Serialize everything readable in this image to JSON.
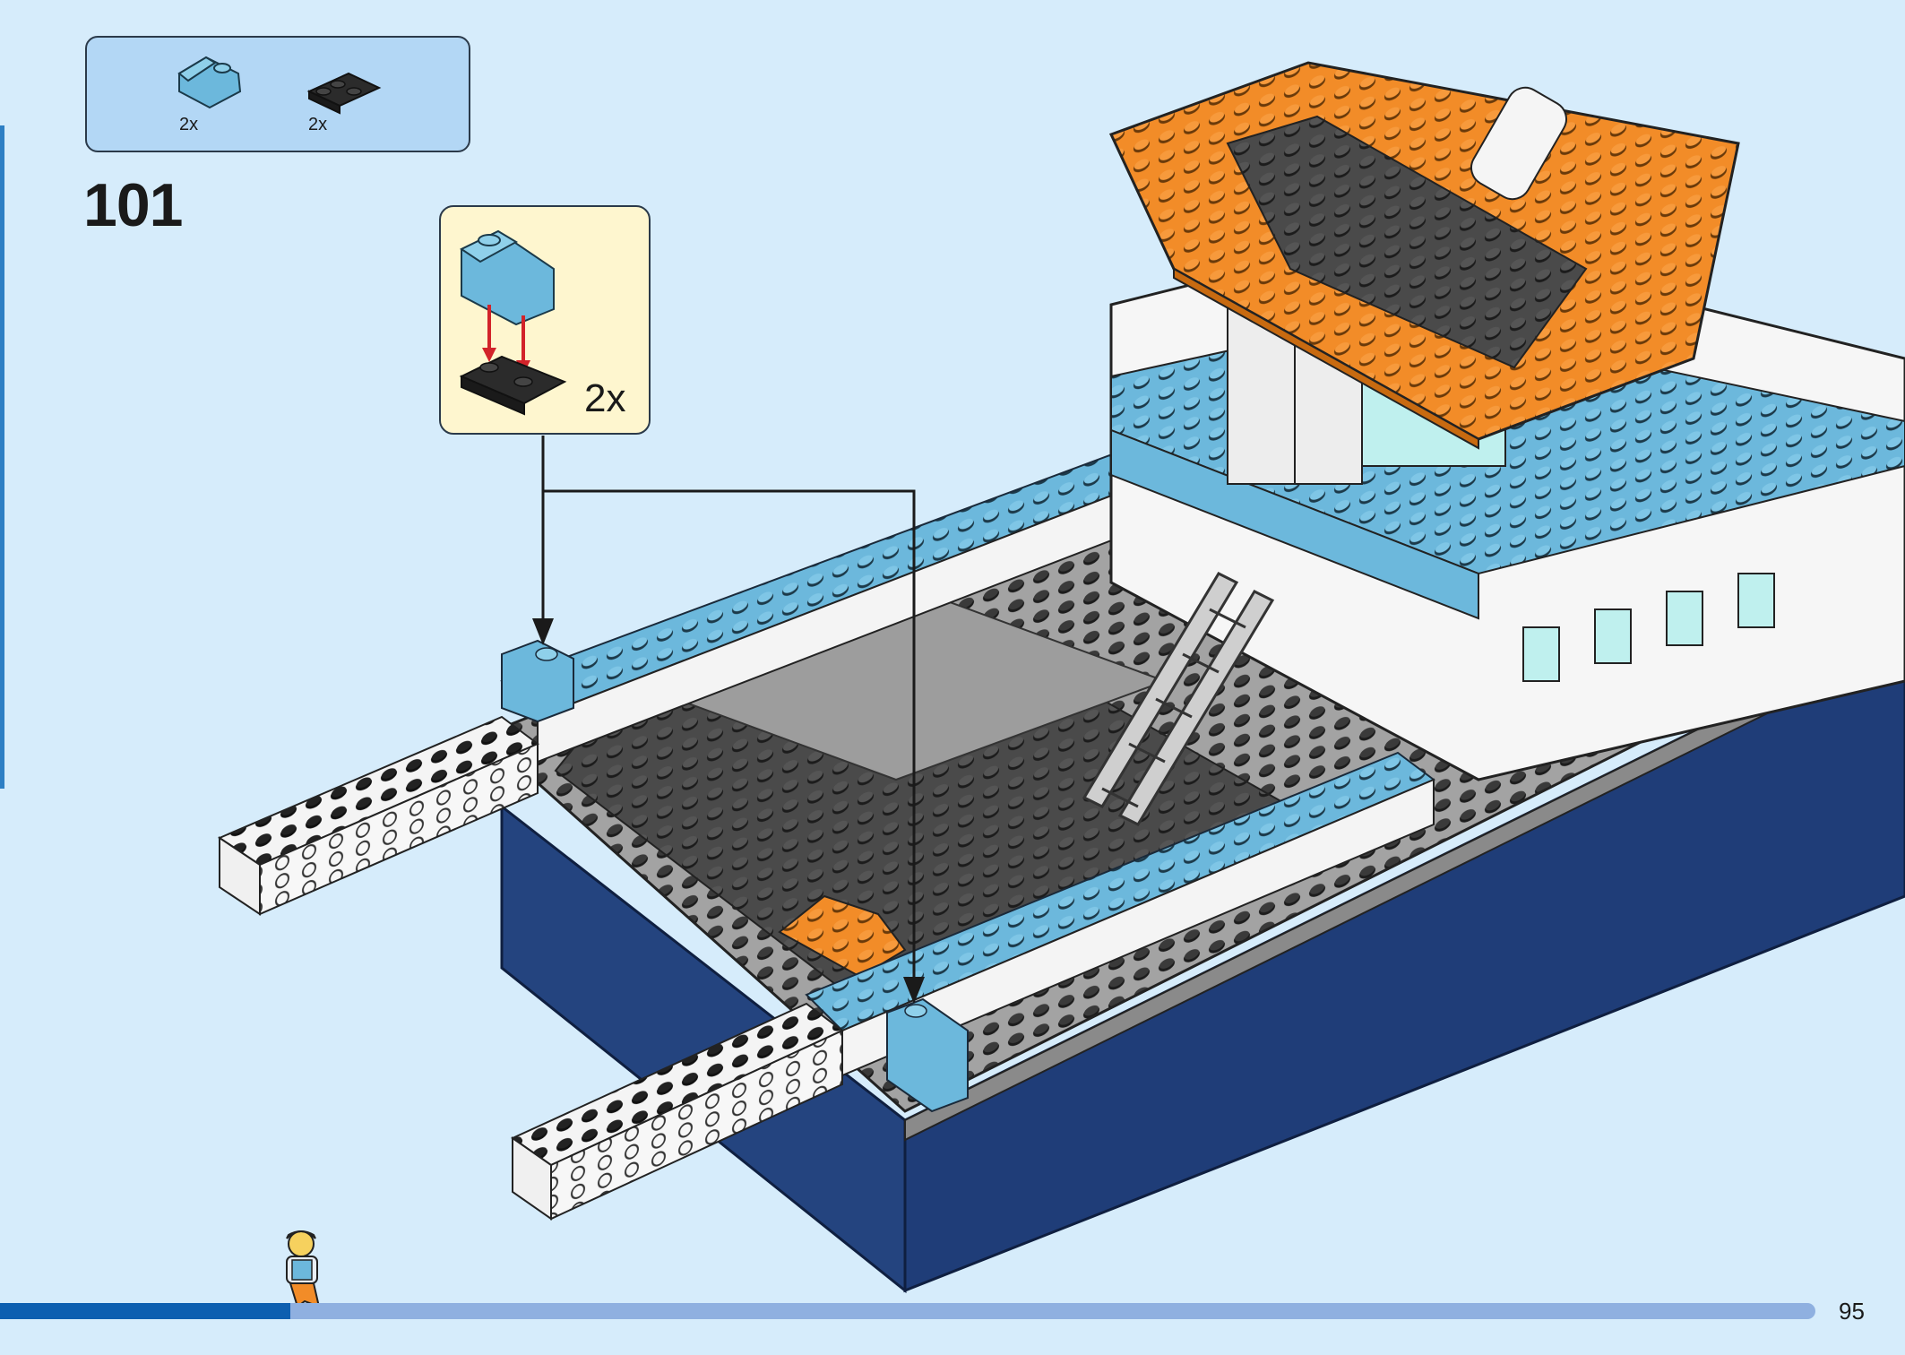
{
  "parts_list": {
    "items": [
      {
        "icon": "slope-brick-icon",
        "color": "#6cb8dc",
        "quantity": "2x"
      },
      {
        "icon": "clip-plate-icon",
        "color": "#2b2b2b",
        "quantity": "2x"
      }
    ]
  },
  "step": {
    "number": "101"
  },
  "sub_assembly": {
    "quantity": "2x"
  },
  "page": {
    "number": "95",
    "progress": 0.16
  },
  "colors": {
    "background": "#d6ecfb",
    "hull_blue": "#1f3d78",
    "medium_azure": "#6cb8dc",
    "orange": "#f28c28",
    "dark_grey": "#3a3a3a",
    "light_grey": "#9a9a9a",
    "white": "#f7f7f7",
    "arrow_red": "#d2232a"
  }
}
